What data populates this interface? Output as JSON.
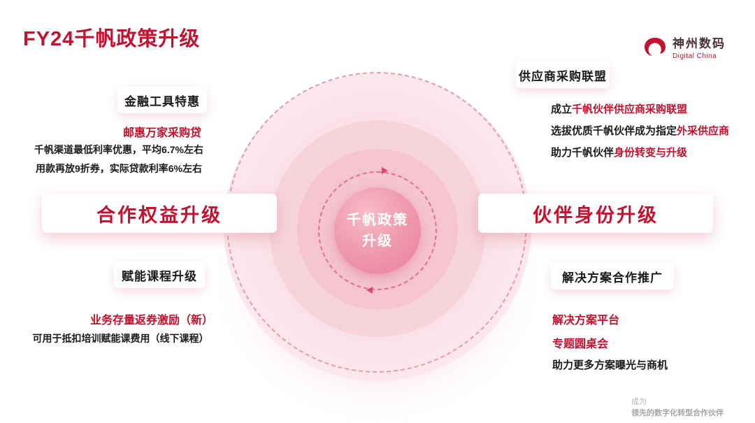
{
  "title": "FY24千帆政策升级",
  "logo": {
    "name": "神州数码",
    "subtitle": "Digital China"
  },
  "center": {
    "line1": "千帆政策",
    "line2": "升级"
  },
  "left_main": "合作权益升级",
  "right_main": "伙伴身份升级",
  "left_top": {
    "header": "金融工具特惠",
    "highlight": "邮惠万家采购贷",
    "line1": "千帆渠道最低利率优惠，平均6.7%左右",
    "line2": "用款再放9折券，实际贷款利率6%左右"
  },
  "left_bottom": {
    "header": "赋能课程升级",
    "highlight": "业务存量返券激励（新）",
    "line1": "可用于抵扣培训赋能课费用（线下课程）"
  },
  "right_top": {
    "header": "供应商采购联盟",
    "line1_prefix": "成立",
    "line1_highlight": "千帆伙伴供应商采购联盟",
    "line2_prefix": "选拔优质千帆伙伴成为指定",
    "line2_highlight": "外采供应商",
    "line3_prefix": "助力千帆伙伴",
    "line3_highlight": "身份转变与升级"
  },
  "right_bottom": {
    "header": "解决方案合作推广",
    "highlight1": "解决方案平台",
    "highlight2": "专题圆桌会",
    "line1": "助力更多方案曝光与商机"
  },
  "footer": {
    "line1": "成为",
    "line2": "领先的数字化转型合作伙伴"
  },
  "colors": {
    "accent": "#c1122f",
    "pink_fill": "#f4c4d0"
  }
}
